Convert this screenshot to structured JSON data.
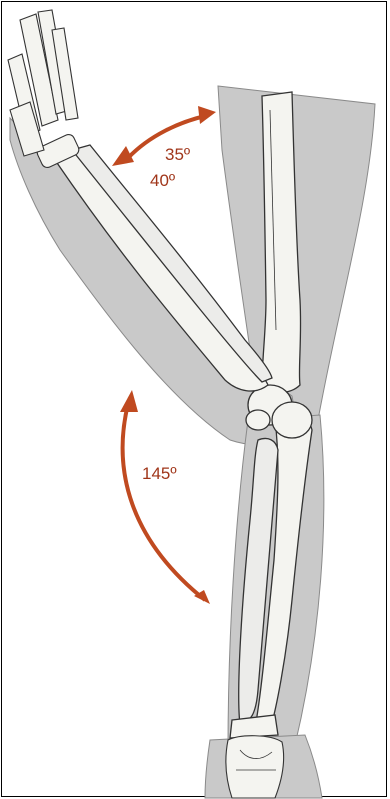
{
  "annotations": {
    "extension_angles": [
      "35º",
      "40º"
    ],
    "flexion_angle": "145º"
  },
  "colors": {
    "arrow": "#c04a20",
    "limb_shadow": "#c9c9c9",
    "bone_fill": "#f4f4f0",
    "outline": "#333333"
  }
}
